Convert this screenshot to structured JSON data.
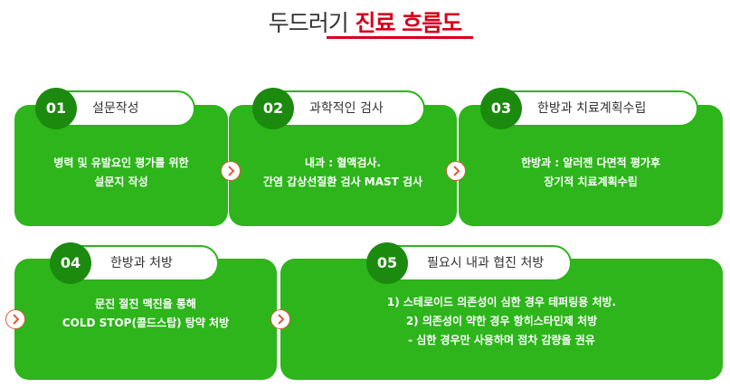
{
  "title": {
    "part1": "두드러기",
    "part2": "진료 흐름도"
  },
  "steps": [
    {
      "num": "01",
      "label": "설문작성",
      "desc": [
        "병력 및 유발요인 평가를 위한",
        "설문지 작성"
      ]
    },
    {
      "num": "02",
      "label": "과학적인 검사",
      "desc": [
        "내과 : 혈액검사.",
        "간염 갑상선질환 검사 MAST 검사"
      ]
    },
    {
      "num": "03",
      "label": "한방과 치료계획수립",
      "desc": [
        "한방과 : 알러젠 다면적 평가후",
        "장기적 치료계획수립"
      ]
    },
    {
      "num": "04",
      "label": "한방과 처방",
      "desc": [
        "문진 절진 맥진을 통해",
        "COLD STOP(콜드스탑) 탕약 처방"
      ]
    },
    {
      "num": "05",
      "label": "필요시 내과 협진 처방",
      "desc": [
        "1) 스테로이드 의존성이 심한 경우 테퍼링용 처방.",
        "2) 의존성이 약한 경우 항히스타민제 처방",
        "- 심한 경우만 사용하며 점차 감량을 권유"
      ]
    }
  ],
  "colors": {
    "green": "#2db51b",
    "dark_green": "#1c8a0f",
    "red": "#d6001c"
  },
  "icons": {
    "arrow": "chevron-right-icon"
  }
}
